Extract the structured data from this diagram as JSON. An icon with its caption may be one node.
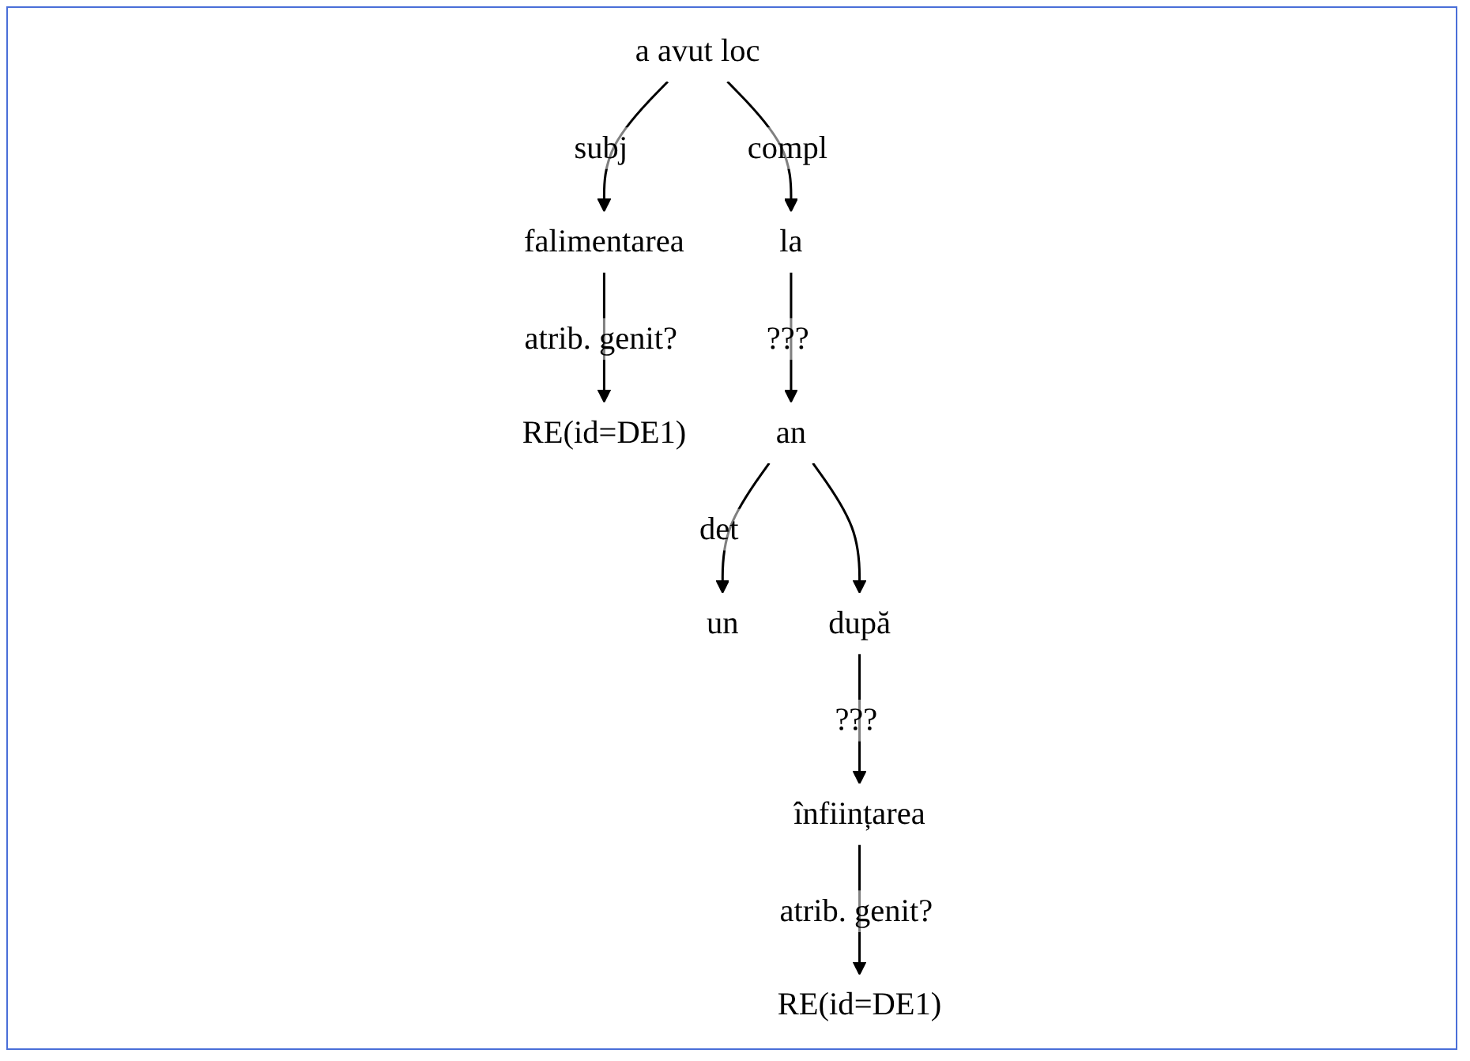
{
  "diagram": {
    "nodes": [
      {
        "text": [
          "a avut loc"
        ]
      },
      {
        "text": [
          "falimentarea"
        ]
      },
      {
        "text": [
          "la"
        ]
      },
      {
        "text": [
          "RE(id=DE1)"
        ]
      },
      {
        "text": [
          "an"
        ]
      },
      {
        "text": [
          "un"
        ]
      },
      {
        "text": [
          "după"
        ]
      },
      {
        "text": [
          "înființarea"
        ]
      },
      {
        "text": [
          "RE(id=DE1)"
        ]
      }
    ],
    "edges": [
      {
        "from": 0,
        "to": 1,
        "arrow": "to",
        "label": "subj"
      },
      {
        "from": 0,
        "to": 2,
        "arrow": "to",
        "label": "compl"
      },
      {
        "from": 1,
        "to": 3,
        "arrow": "to",
        "label": "atrib. genit?"
      },
      {
        "from": 2,
        "to": 4,
        "arrow": "to",
        "label": "???"
      },
      {
        "from": 4,
        "to": 5,
        "arrow": "to",
        "label": "det"
      },
      {
        "from": 4,
        "to": 6,
        "arrow": "to"
      },
      {
        "from": 6,
        "to": 7,
        "arrow": "to",
        "label": "???"
      },
      {
        "from": 7,
        "to": 8,
        "arrow": "to",
        "label": "atrib. genit?"
      }
    ]
  }
}
